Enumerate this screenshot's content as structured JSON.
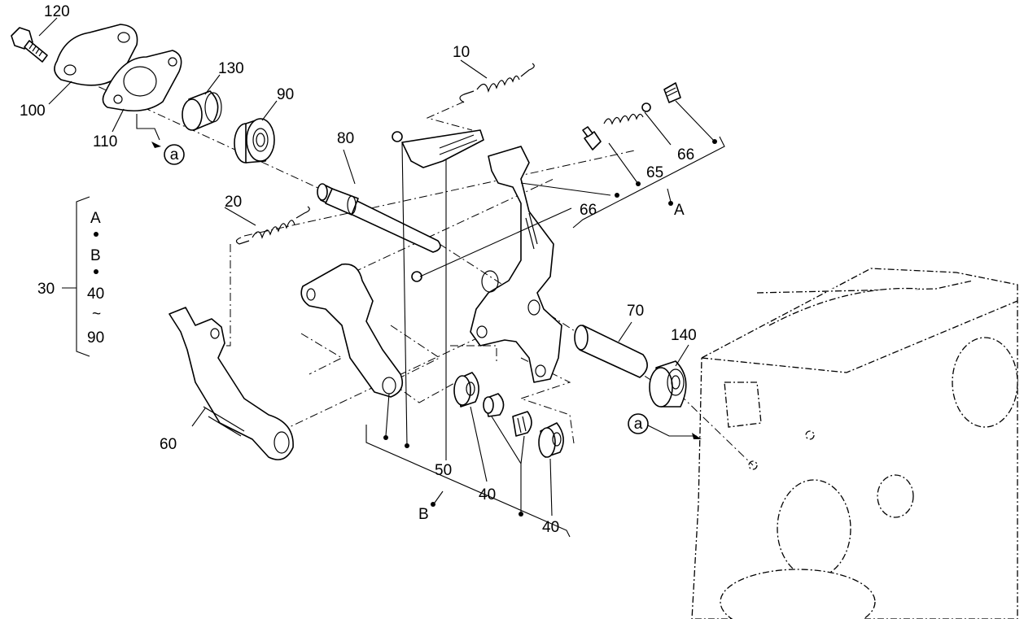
{
  "callouts": {
    "c120": "120",
    "c100": "100",
    "c110": "110",
    "c130": "130",
    "c90": "90",
    "c80": "80",
    "c10": "10",
    "c20": "20",
    "c65": "65",
    "c66a": "66",
    "c66b": "66",
    "c60": "60",
    "c50": "50",
    "c40a": "40",
    "c40b": "40",
    "c70": "70",
    "c140": "140"
  },
  "markers": {
    "ref_a_top": "a",
    "ref_a_right": "a",
    "ref_A": "A",
    "ref_B": "B"
  },
  "kit_legend": {
    "kit_number": "30",
    "line1": "A",
    "line2": "B",
    "line3": "40",
    "tilde": "~",
    "line4": "90"
  }
}
